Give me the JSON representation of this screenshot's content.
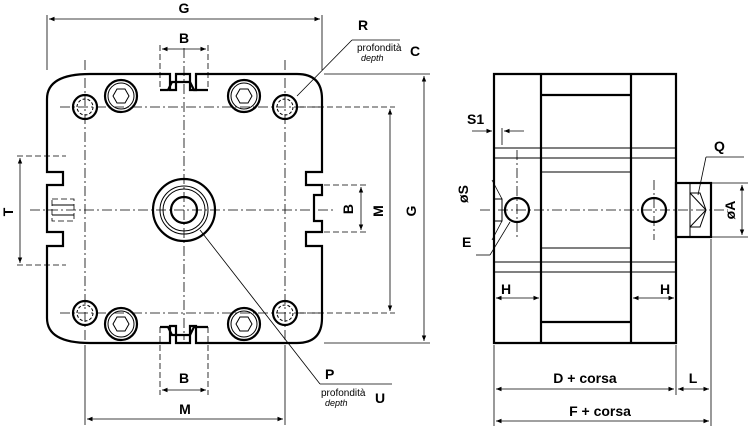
{
  "labels": {
    "G_top": "G",
    "R": "R",
    "profondita_top": "profondità",
    "depth_top": "depth",
    "C": "C",
    "B_top": "B",
    "T": "T",
    "B_mid": "B",
    "M_vertical": "M",
    "G_vertical": "G",
    "B_bottom": "B",
    "M_bottom": "M",
    "P": "P",
    "profondita_bottom": "profondità",
    "depth_bottom": "depth",
    "U": "U",
    "S1": "S1",
    "S": "øS",
    "E": "E",
    "H_left": "H",
    "H_right": "H",
    "Q": "Q",
    "A": "øA",
    "D_corsa": "D + corsa",
    "L": "L",
    "F_corsa": "F + corsa"
  }
}
